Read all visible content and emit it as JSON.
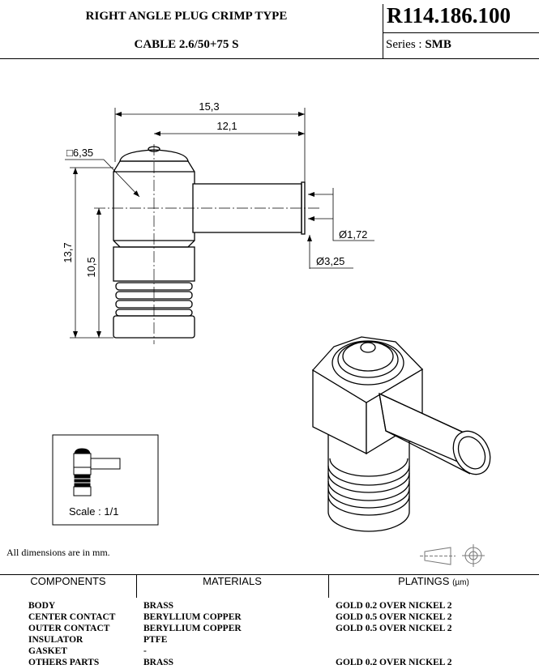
{
  "header": {
    "title": "RIGHT ANGLE PLUG CRIMP TYPE",
    "subtitle": "CABLE 2.6/50+75 S",
    "part_number": "R114.186.100",
    "series_label": "Series :",
    "series_value": "SMB"
  },
  "drawing": {
    "dims": {
      "overall_length": "15,3",
      "pin_length": "12,1",
      "hex_size": "□6,35",
      "overall_height": "13,7",
      "axis_height": "10,5",
      "contact_dia": "Ø1,72",
      "outer_dia": "Ø3,25"
    }
  },
  "scale": {
    "label": "Scale : 1/1"
  },
  "note": "All dimensions are in mm.",
  "icons": [
    "projection-cone-icon",
    "projection-circle-icon"
  ],
  "table": {
    "headers": {
      "components": "COMPONENTS",
      "materials": "MATERIALS",
      "platings": "PLATINGS",
      "platings_unit": "(µm)"
    },
    "rows": [
      {
        "component": "BODY",
        "material": "BRASS",
        "plating": "GOLD 0.2 OVER NICKEL 2"
      },
      {
        "component": "CENTER CONTACT",
        "material": "BERYLLIUM COPPER",
        "plating": "GOLD 0.5 OVER NICKEL 2"
      },
      {
        "component": "OUTER CONTACT",
        "material": "BERYLLIUM COPPER",
        "plating": "GOLD 0.5 OVER NICKEL 2"
      },
      {
        "component": "INSULATOR",
        "material": "PTFE",
        "plating": ""
      },
      {
        "component": "GASKET",
        "material": "-",
        "plating": ""
      },
      {
        "component": "OTHERS PARTS",
        "material": "BRASS",
        "plating": "GOLD 0.2 OVER NICKEL 2"
      }
    ]
  }
}
